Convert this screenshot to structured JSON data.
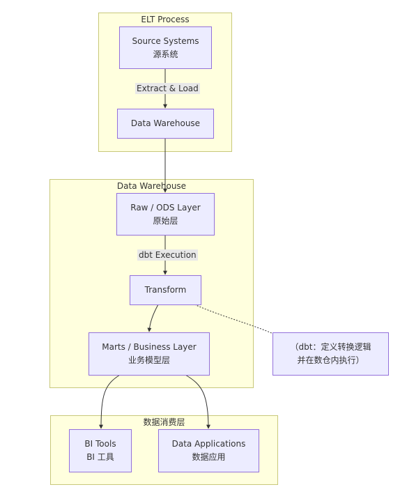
{
  "clusters": {
    "elt": "ELT Process",
    "warehouse": "Data Warehouse",
    "consumption": "数据消费层"
  },
  "nodes": {
    "source_systems": {
      "line1": "Source Systems",
      "line2": "源系统"
    },
    "data_warehouse": {
      "line1": "Data Warehouse"
    },
    "raw_ods": {
      "line1": "Raw / ODS Layer",
      "line2": "原始层"
    },
    "transform": {
      "line1": "Transform"
    },
    "marts": {
      "line1": "Marts / Business Layer",
      "line2": "业务模型层"
    },
    "bi_tools": {
      "line1": "BI Tools",
      "line2": "BI 工具"
    },
    "data_apps": {
      "line1": "Data Applications",
      "line2": "数据应用"
    }
  },
  "edge_labels": {
    "extract_load": "Extract & Load",
    "dbt_execution": "dbt Execution"
  },
  "note": {
    "line1": "（dbt：定义转换逻辑",
    "line2": "并在数仓内执行）"
  },
  "colors": {
    "cluster_fill": "#ffffde",
    "cluster_border": "#c8c87a",
    "node_fill": "#ececff",
    "node_border": "#9370db",
    "edge": "#333333",
    "label_bg": "#e8e8e8"
  }
}
